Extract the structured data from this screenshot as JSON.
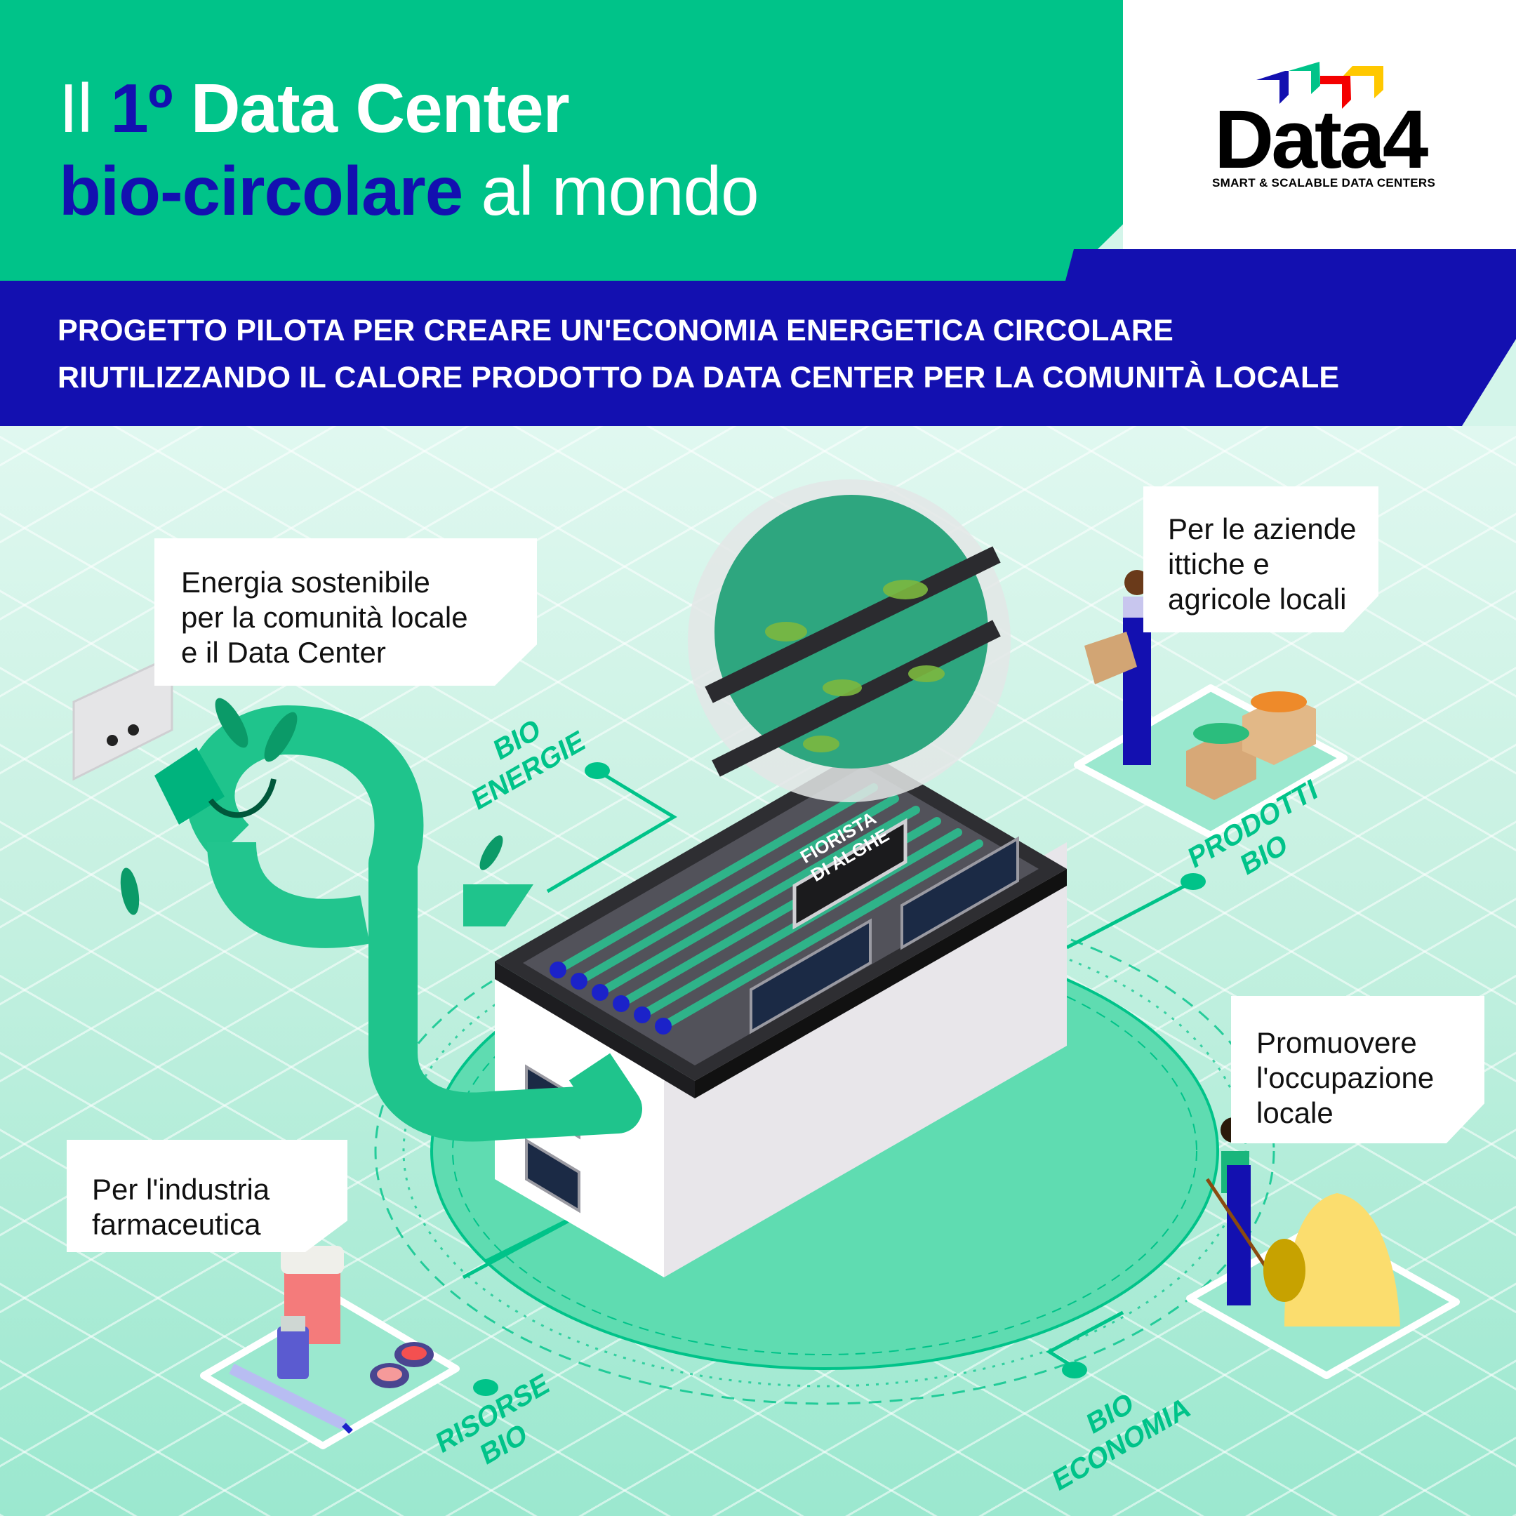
{
  "header": {
    "title_prefix": "Il ",
    "title_ordinal": "1º",
    "title_rest_line1": " Data Center",
    "title_highlight_line2": "bio-circolare",
    "title_rest_line2": " al mondo",
    "colors": {
      "green": "#00c389",
      "blue": "#1310b0",
      "white": "#ffffff"
    }
  },
  "logo": {
    "wordmark": "Data4",
    "tagline": "SMART & SCALABLE DATA CENTERS",
    "chevron_colors": [
      "#1310b0",
      "#00c389",
      "#f40000",
      "#ffc800"
    ]
  },
  "banner": {
    "line1": "PROGETTO PILOTA PER CREARE UN'ECONOMIA ENERGETICA CIRCOLARE",
    "line2": "RIUTILIZZANDO IL CALORE PRODOTTO DA DATA CENTER PER LA COMUNITÀ LOCALE"
  },
  "callouts": {
    "energia": [
      "Energia sostenibile",
      "per la comunità locale",
      "e il Data Center"
    ],
    "aziende": [
      "Per le aziende",
      "ittiche e",
      "agricole locali"
    ],
    "occupazione": [
      "Promuovere",
      "l'occupazione",
      "locale"
    ],
    "farmaceutica": [
      "Per l'industria",
      "farmaceutica"
    ]
  },
  "iso_labels": {
    "bio_energie": [
      "BIO",
      "ENERGIE"
    ],
    "prodotti_bio": [
      "PRODOTTI",
      "BIO"
    ],
    "risorse_bio": [
      "RISORSE",
      "BIO"
    ],
    "bio_economia": [
      "BIO",
      "ECONOMIA"
    ]
  },
  "building": {
    "sign": [
      "FIORISTA",
      "DI ALGHE"
    ]
  },
  "icons": [
    "power-socket-icon",
    "plug-icon",
    "circular-arrow-icon",
    "leaf-icon",
    "magnifier-algae-icon",
    "farmer-crate-icon",
    "vegetable-crate-icon",
    "farmer-rake-icon",
    "hay-bale-icon",
    "pill-bottle-icon",
    "vial-icon",
    "syringe-icon",
    "cosmetic-compact-icon"
  ]
}
